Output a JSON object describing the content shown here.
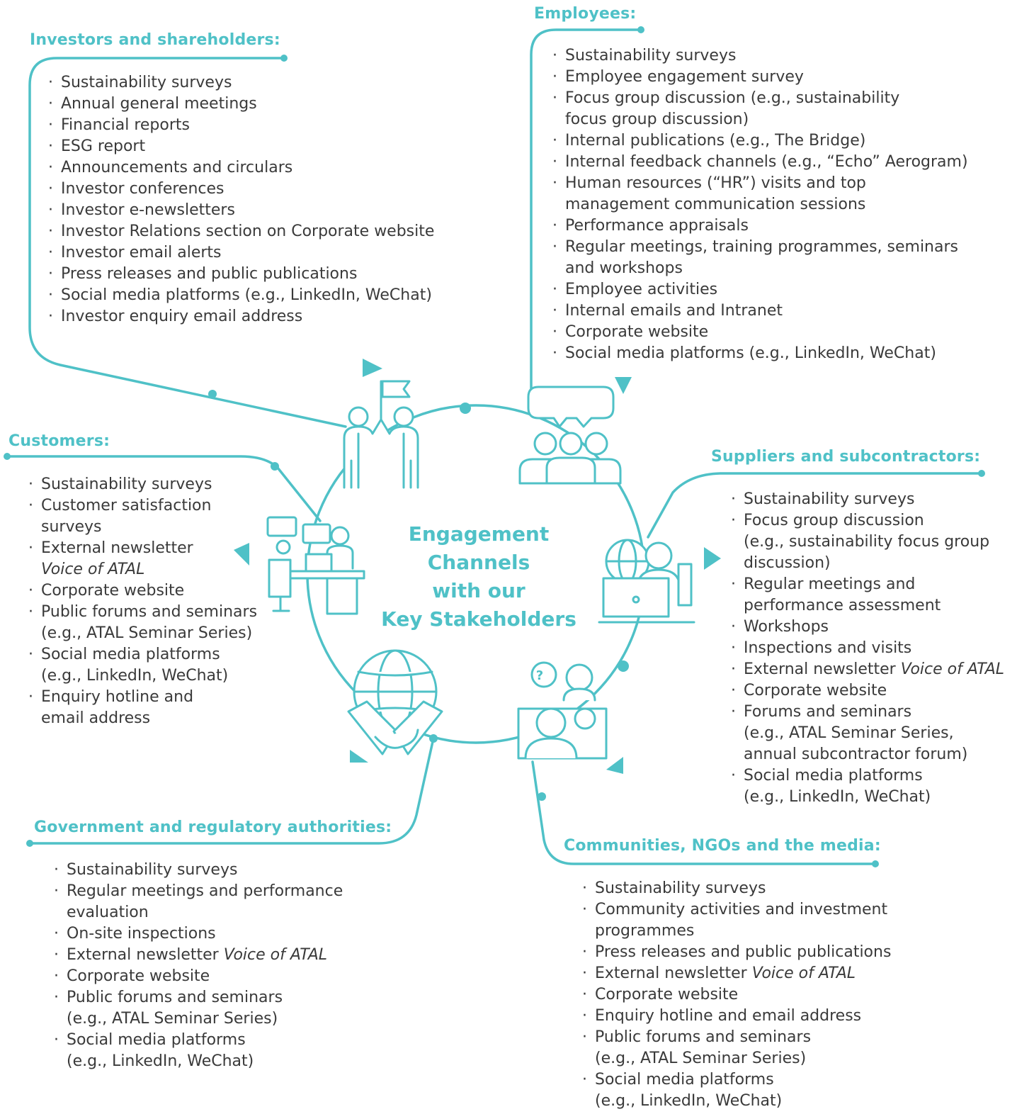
{
  "colors": {
    "accent": "#4fc1c7",
    "text": "#3a3a3a"
  },
  "center": {
    "lines": [
      "Engagement",
      "Channels",
      "with our",
      "Key Stakeholders"
    ]
  },
  "icons": [
    "investors-handshake-flag-icon",
    "employees-speech-bubble-icon",
    "customers-desk-chat-icon",
    "suppliers-globe-laptop-icon",
    "government-globe-handshake-icon",
    "communities-people-chat-icon"
  ],
  "groups": {
    "investors": {
      "title": "Investors and shareholders:",
      "items": [
        [
          "Sustainability surveys"
        ],
        [
          "Annual general meetings"
        ],
        [
          "Financial reports"
        ],
        [
          "ESG report"
        ],
        [
          "Announcements and circulars"
        ],
        [
          "Investor conferences"
        ],
        [
          "Investor e-newsletters"
        ],
        [
          "Investor Relations section on Corporate website"
        ],
        [
          "Investor email alerts"
        ],
        [
          "Press releases and public publications"
        ],
        [
          "Social media platforms (e.g., LinkedIn, WeChat)"
        ],
        [
          "Investor enquiry email address"
        ]
      ]
    },
    "employees": {
      "title": "Employees:",
      "items": [
        [
          "Sustainability surveys"
        ],
        [
          "Employee engagement survey"
        ],
        [
          "Focus group discussion (e.g., sustainability",
          "focus group discussion)"
        ],
        [
          "Internal publications (e.g., The Bridge)"
        ],
        [
          "Internal feedback channels (e.g., “Echo” Aerogram)"
        ],
        [
          "Human resources (“HR”) visits and top",
          "management communication sessions"
        ],
        [
          "Performance appraisals"
        ],
        [
          "Regular meetings, training programmes, seminars",
          "and workshops"
        ],
        [
          "Employee activities"
        ],
        [
          "Internal emails and Intranet"
        ],
        [
          "Corporate website"
        ],
        [
          "Social media platforms (e.g., LinkedIn, WeChat)"
        ]
      ]
    },
    "customers": {
      "title": "Customers:",
      "items": [
        [
          "Sustainability surveys"
        ],
        [
          "Customer satisfaction",
          "surveys"
        ],
        [
          "External newsletter",
          "Voice of ATAL"
        ],
        [
          "Corporate website"
        ],
        [
          "Public forums and seminars",
          "(e.g., ATAL Seminar Series)"
        ],
        [
          "Social media platforms",
          "(e.g., LinkedIn, WeChat)"
        ],
        [
          "Enquiry hotline and",
          "email address"
        ]
      ]
    },
    "suppliers": {
      "title": "Suppliers and subcontractors:",
      "items": [
        [
          "Sustainability surveys"
        ],
        [
          "Focus group discussion",
          "(e.g., sustainability focus group",
          "discussion)"
        ],
        [
          "Regular meetings and",
          "performance assessment"
        ],
        [
          "Workshops"
        ],
        [
          "Inspections and visits"
        ],
        [
          "External newsletter ",
          "Voice of ATAL"
        ],
        [
          "Corporate website"
        ],
        [
          "Forums and seminars",
          "(e.g., ATAL Seminar Series,",
          "annual subcontractor forum)"
        ],
        [
          "Social media platforms",
          "(e.g., LinkedIn, WeChat)"
        ]
      ]
    },
    "government": {
      "title": "Government and regulatory authorities:",
      "items": [
        [
          "Sustainability surveys"
        ],
        [
          "Regular meetings and performance",
          "evaluation"
        ],
        [
          "On-site inspections"
        ],
        [
          "External newsletter ",
          "Voice of ATAL"
        ],
        [
          "Corporate website"
        ],
        [
          "Public forums and seminars",
          "(e.g., ATAL Seminar Series)"
        ],
        [
          "Social media platforms",
          "(e.g., LinkedIn, WeChat)"
        ]
      ]
    },
    "communities": {
      "title": "Communities, NGOs and the media:",
      "items": [
        [
          "Sustainability surveys"
        ],
        [
          "Community activities and investment",
          "programmes"
        ],
        [
          "Press releases and public publications"
        ],
        [
          "External newsletter ",
          "Voice of ATAL"
        ],
        [
          "Corporate website"
        ],
        [
          "Enquiry hotline and email address"
        ],
        [
          "Public forums and seminars",
          "(e.g., ATAL Seminar Series)"
        ],
        [
          "Social media platforms",
          "(e.g., LinkedIn, WeChat)"
        ]
      ]
    }
  }
}
